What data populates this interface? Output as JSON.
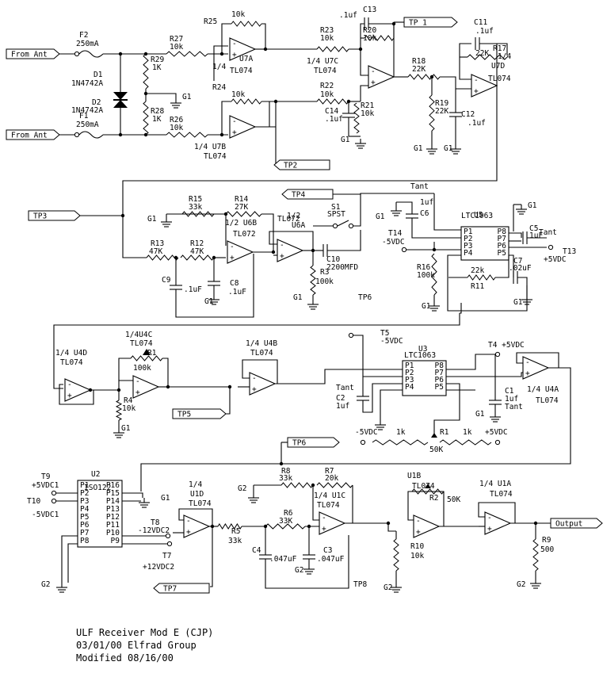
{
  "inputs": {
    "in1": "From Ant",
    "in2": "From Ant"
  },
  "fuses": {
    "f2_ref": "F2",
    "f2_val": "250mA",
    "f1_ref": "F1",
    "f1_val": "250mA"
  },
  "diodes": {
    "d1_ref": "D1",
    "d1_val": "1N4742A",
    "d2_ref": "D2",
    "d2_val": "1N4742A"
  },
  "resistors": {
    "r25": "R25",
    "r25v": "10k",
    "r27": "R27",
    "r27v": "10k",
    "r29": "R29",
    "r29v": "1K",
    "r28": "R28",
    "r28v": "1K",
    "r24": "R24",
    "r24v": "10k",
    "r26": "R26",
    "r26v": "10k",
    "r23": "R23",
    "r23v": "10k",
    "r20": "R20",
    "r20v": "10k",
    "r22": "R22",
    "r22v": "10k",
    "r21": "R21",
    "r21v": "10k",
    "r18": "R18",
    "r18v": "22K",
    "r19": "R19",
    "r19v": "22K",
    "r17": "R17",
    "r17v": "22K",
    "r15": "R15",
    "r15v": "33k",
    "r14": "R14",
    "r14v": "27K",
    "r13": "R13",
    "r13v": "47K",
    "r12": "R12",
    "r12v": "47K",
    "r3": "R3",
    "r3v": "100k",
    "r16": "R16",
    "r16v": "100k",
    "r11": "R11",
    "r11v": "22k",
    "r1": "R1",
    "r1v": "100k",
    "r4": "R4",
    "r4v": "10k",
    "r1b": "R1",
    "r1bv": "50K",
    "r1k_a": "1k",
    "r1k_b": "1k",
    "r8": "R8",
    "r8v": "33k",
    "r7": "R7",
    "r7v": "20k",
    "r6": "R6",
    "r6v": "33K",
    "r5": "R5",
    "r5v": "33k",
    "r2": "R2",
    "r2v": "50K",
    "r10": "R10",
    "r10v": "10k",
    "r9": "R9",
    "r9v": "500"
  },
  "capacitors": {
    "c13": "C13",
    "c13v": ".1uf",
    "c11": "C11",
    "c11v": ".1uf",
    "c14": "C14",
    "c14v": ".1uf",
    "c12": "C12",
    "c12v": ".1uf",
    "c6": "C6",
    "c6v": "1uf",
    "c5": "C5",
    "c5v": "1uF",
    "c5t": "Tant",
    "c7": "C7",
    "c7v": ".02uF",
    "c10": "C10",
    "c10v": "2200MFD",
    "c9": "C9",
    "c9v": ".1uF",
    "c8": "C8",
    "c8v": ".1uF",
    "c2": "C2",
    "c2v": "1uf",
    "c2t": "Tant",
    "c1": "C1",
    "c1v": "1uf",
    "c1t": "Tant",
    "c4": "C4",
    "c4v": ".047uF",
    "c3": "C3",
    "c3v": ".047uF",
    "tant_top": "Tant"
  },
  "opamps": {
    "u7a_a": "1/4",
    "u7a_b": "U7A",
    "u7a_c": "TL074",
    "u7b_a": "1/4 U7B",
    "u7b_b": "TL074",
    "u7c_a": "1/4 U7C",
    "u7c_b": "TL074",
    "u7d_a": "1/4",
    "u7d_b": "U7D",
    "u7d_c": "TL074",
    "u6b_a": "1/2 U6B",
    "u6b_b": "TL072",
    "u6a_a": "1/2",
    "u6a_b": "U6A",
    "u6a_c": "TL072",
    "u4c_a": "1/4U4C",
    "u4c_b": "TL074",
    "u4d_a": "1/4 U4D",
    "u4d_b": "TL074",
    "u4b_a": "1/4 U4B",
    "u4b_b": "TL074",
    "u4a_a": "1/4 U4A",
    "u4a_b": "TL074",
    "u1d_a": "1/4",
    "u1d_b": "U1D",
    "u1d_c": "TL074",
    "u1c_a": "1/4 U1C",
    "u1c_b": "TL074",
    "u1b_a": "U1B",
    "u1b_b": "TL074",
    "u1a_a": "1/4  U1A",
    "u1a_b": "TL074"
  },
  "ics": {
    "u5_ref": "U5",
    "u5_name": "LTC1063",
    "u5_pins_l": [
      "P1",
      "P2",
      "P3",
      "P4"
    ],
    "u5_pins_r": [
      "P8",
      "P7",
      "P6",
      "P5"
    ],
    "u3_ref": "U3",
    "u3_name": "LTC1063",
    "u3_pins_l": [
      "P1",
      "P2",
      "P3",
      "P4"
    ],
    "u3_pins_r": [
      "P8",
      "P7",
      "P6",
      "P5"
    ],
    "u2_ref": "U2",
    "u2_name": "ISO122",
    "u2_pins_l": [
      "P1",
      "P2",
      "P3",
      "P4",
      "P5",
      "P6",
      "P7",
      "P8"
    ],
    "u2_pins_r": [
      "P16",
      "P15",
      "P14",
      "P13",
      "P12",
      "P11",
      "P10",
      "P9"
    ]
  },
  "switch": {
    "ref": "S1",
    "type": "SPST"
  },
  "test_points": {
    "tp1": "TP 1",
    "tp2": "TP2",
    "tp3": "TP3",
    "tp4": "TP4",
    "tp5": "TP5",
    "tp6_flag": "TP6",
    "tp6_text": "TP6",
    "tp7": "TP7",
    "tp8": "TP8"
  },
  "terminals": {
    "t14": "T14",
    "t14v": "-5VDC",
    "t13": "T13",
    "t13v": "+5VDC",
    "t5": "T5",
    "t5v": "-5VDC",
    "t4": "T4 +5VDC",
    "neg5": "-5VDC",
    "pos5": "+5VDC",
    "t9": "T9",
    "t9v": "+5VDC1",
    "t10": "T10",
    "t10v": "-5VDC1",
    "t8": "T8",
    "t8v": "-12VDC2",
    "t7": "T7",
    "t7v": "+12VDC2"
  },
  "grounds": {
    "g1": "G1",
    "g2": "G2"
  },
  "output": {
    "label": "Output"
  },
  "notes": {
    "line1": "ULF Receiver  Mod E (CJP)",
    "line2": "03/01/00  Elfrad Group",
    "line3": "Modified 08/16/00"
  }
}
